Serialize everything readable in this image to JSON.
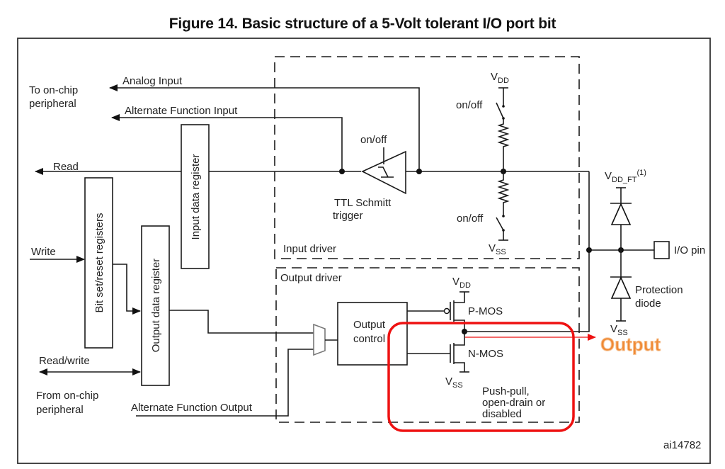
{
  "figure": {
    "title": "Figure 14. Basic structure of a 5-Volt tolerant I/O port bit",
    "figure_id": "ai14782"
  },
  "left_labels": {
    "to_peripheral_line1": "To on-chip",
    "to_peripheral_line2": "peripheral",
    "analog_input": "Analog Input",
    "alt_func_input": "Alternate Function Input",
    "read": "Read",
    "write": "Write",
    "read_write": "Read/write",
    "from_peripheral_line1": "From on-chip",
    "from_peripheral_line2": "peripheral",
    "alt_func_output": "Alternate Function Output"
  },
  "registers": {
    "input_data": "Input data register",
    "bit_set_reset": "Bit set/reset registers",
    "output_data": "Output data register"
  },
  "input_driver": {
    "label": "Input driver",
    "schmitt_onoff": "on/off",
    "schmitt_line1": "TTL Schmitt",
    "schmitt_line2": "trigger",
    "pullup_onoff": "on/off",
    "pulldown_onoff": "on/off",
    "vdd": "V",
    "vdd_sub": "DD",
    "vss": "V",
    "vss_sub": "SS"
  },
  "output_driver": {
    "label": "Output driver",
    "control_line1": "Output",
    "control_line2": "control",
    "pmos": "P-MOS",
    "nmos": "N-MOS",
    "vdd": "V",
    "vdd_sub": "DD",
    "vss": "V",
    "vss_sub": "SS",
    "mode_line1": "Push-pull,",
    "mode_line2": "open-drain or",
    "mode_line3": "disabled"
  },
  "pin": {
    "vddft": "V",
    "vddft_sub": "DD_FT",
    "vddft_note": "(1)",
    "io_pin": "I/O pin",
    "protection_line1": "Protection",
    "protection_line2": "diode",
    "vss": "V",
    "vss_sub": "SS"
  },
  "annotation": {
    "output_label": "Output",
    "highlight_color": "#ee1111",
    "output_color": "#f08a35"
  }
}
